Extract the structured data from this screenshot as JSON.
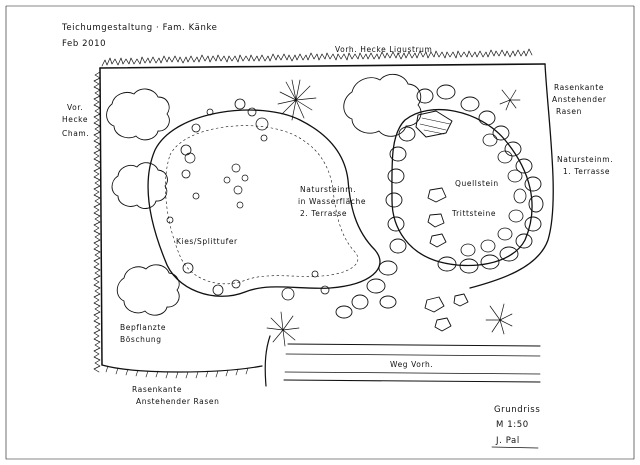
{
  "header": {
    "title": "Teichumgestaltung · Fam. Känke",
    "date": "Feb 2010"
  },
  "labels": {
    "top_hedge": "Vorh. Hecke Ligustrum",
    "left_hedge_1": "Vor.",
    "left_hedge_2": "Hecke",
    "left_hedge_3": "Cham.",
    "right_edge_1": "Rasenkante",
    "right_edge_2": "Anstehender",
    "right_edge_3": "Rasen",
    "stone_terrace_1": "Natursteinm.",
    "stone_terrace_2": "1. Terrasse",
    "quellstein": "Quellstein",
    "water_wall_1": "Natursteinm.",
    "water_wall_2": "in Wasserfläche",
    "water_wall_3": "2. Terrasse",
    "trittsteine": "Trittsteine",
    "gravel": "Kies/Splittufer",
    "planted_slope_1": "Bepflanzte",
    "planted_slope_2": "Böschung",
    "path": "Weg Vorh.",
    "bottom_edge_1": "Rasenkante",
    "bottom_edge_2": "Anstehender Rasen"
  },
  "title_block": {
    "type": "Grundriss",
    "scale": "M 1:50",
    "signature": "J. Pal"
  }
}
